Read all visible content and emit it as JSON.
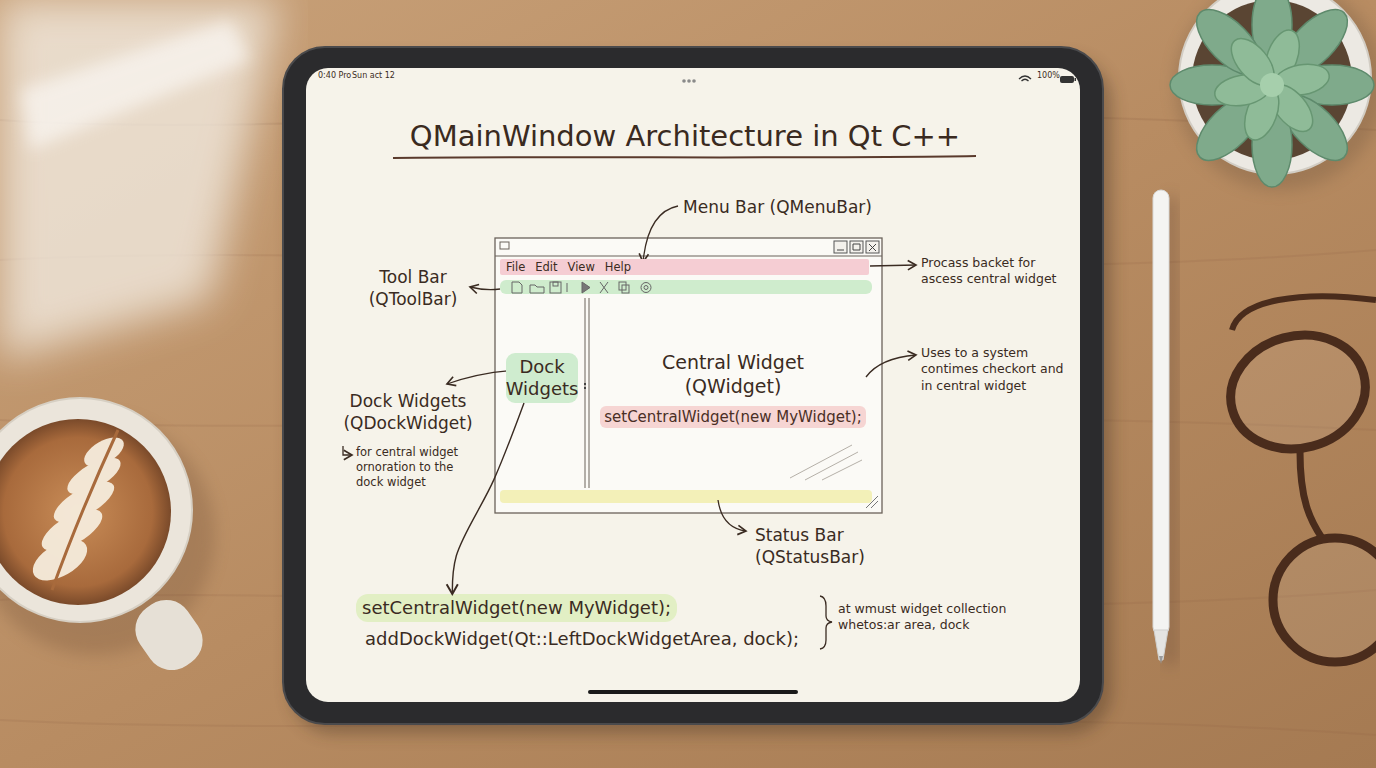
{
  "diagram": {
    "title": "QMainWindow Architecture in Qt C++",
    "nodes": [
      {
        "text": [
          "File",
          "Edit",
          "View",
          "Help"
        ]
      },
      {
        "text": [
          "Dock Widgets"
        ]
      },
      {
        "text": [
          "Central Widget (QWidget)",
          "setCentralWidget(new MyWidget);"
        ]
      },
      {
        "text": [
          "setCentralWidget(new MyWidget);"
        ]
      }
    ],
    "edges": [
      {
        "from": 1,
        "to": 3,
        "arrow": "to"
      }
    ],
    "labels": [
      "0:40 Pro",
      "Sun act 12",
      "100%",
      "Menu Bar (QMenuBar)",
      "Tool Bar (QToolBar)",
      "Dock Widgets (QDockWidget)",
      "for central widget ornoration to the dock widget",
      "Procass backet for ascess central widget",
      "Uses to a system contimes checkort and in central widget",
      "Status Bar (QStatusBar)",
      "addDockWidget(Qt::LeftDockWidgetArea, dock);",
      "at wmust widget collection whetos:ar area, dock"
    ]
  }
}
